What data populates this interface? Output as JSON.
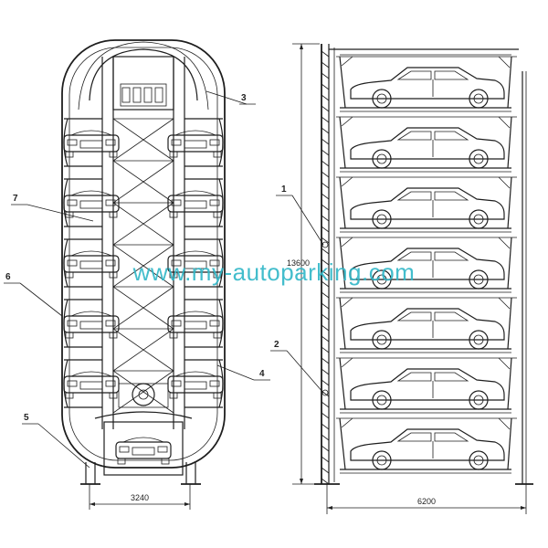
{
  "watermark": "www.my-autoparking.com",
  "callouts": [
    "1",
    "2",
    "3",
    "4",
    "5",
    "6",
    "7"
  ],
  "dimensions": {
    "front_width": "3240",
    "side_length": "6200",
    "total_height": "13600"
  },
  "colors": {
    "line": "#1e1e1e",
    "watermark": "#2fb6c7"
  }
}
